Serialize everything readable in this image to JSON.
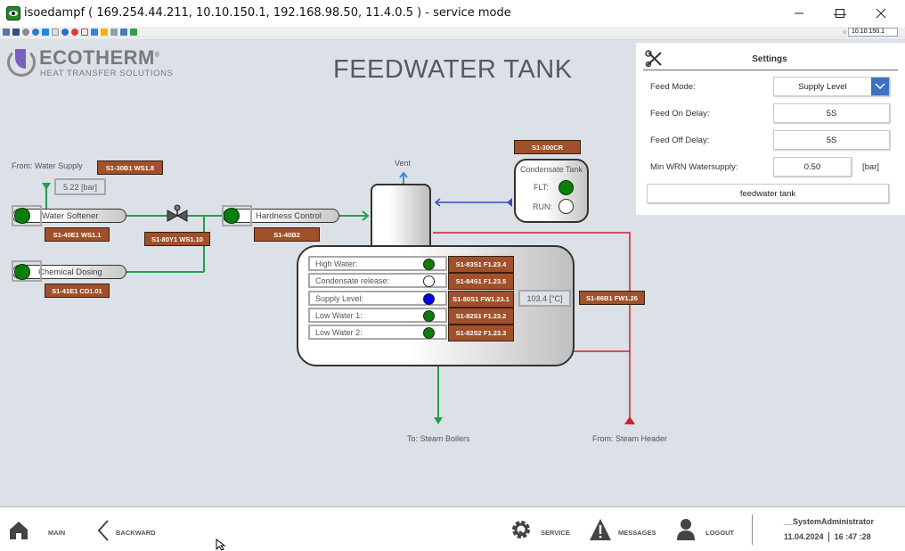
{
  "window": {
    "title": "isoedampf ( 169.254.44.211, 10.10.150.1, 192.168.98.50, 11.4.0.5 ) - service mode",
    "minimize": "—",
    "maximize": "☐",
    "close": "✕",
    "ip_field": "10.10.150.1"
  },
  "logo": {
    "title": "ECOTHERM",
    "registered": "®",
    "subtitle": "HEAT TRANSFER SOLUTIONS"
  },
  "page_title": "FEEDWATER TANK",
  "settings": {
    "title": "Settings",
    "icon": "tools-icon",
    "feed_mode_label": "Feed Mode:",
    "feed_mode_value": "Supply Level",
    "feed_on_delay_label": "Feed On Delay:",
    "feed_on_delay_value": "5S",
    "feed_off_delay_label": "Feed Off Delay:",
    "feed_off_delay_value": "5S",
    "min_wrn_label": "Min WRN Watersupply:",
    "min_wrn_value": "0.50",
    "min_wrn_unit": "[bar]",
    "feedwater_tank_button": "feedwater tank"
  },
  "diagram": {
    "water_supply_label": "From: Water Supply",
    "water_supply_tag": "S1-30B1 WS1.8",
    "water_supply_pressure": "5.22 [bar]",
    "water_softener": {
      "label": "Water Softener",
      "tag": "S1-40E1 WS1.1",
      "status_color": "#0a7d0a"
    },
    "valve_tag": "S1-80Y1 WS1.10",
    "chemical_dosing": {
      "label": "Chemical Dosing",
      "tag": "S1-41E1 CD1.01",
      "status_color": "#0a7d0a"
    },
    "hardness_control": {
      "label": "Hardness Control",
      "tag": "S1-40B2",
      "status_color": "#0a7d0a"
    },
    "vent_label": "Vent",
    "condensate_tank": {
      "tag": "S1-300CR",
      "title": "Condensate Tank",
      "flt_label": "FLT:",
      "flt_color": "#0a7d0a",
      "run_label": "RUN:",
      "run_color": "#ffffff"
    },
    "levels": [
      {
        "label": "High Water:",
        "color": "#0a7d0a",
        "tag": "S1-83S1 F1.23.4"
      },
      {
        "label": "Condensate release:",
        "color": "#ffffff",
        "tag": "S1-84S1 F1.23.5"
      },
      {
        "label": "Supply Level:",
        "color": "#0000ee",
        "tag": "S1-80S1 FW1.23.1"
      },
      {
        "label": "Low Water 1:",
        "color": "#0a7d0a",
        "tag": "S1-82S1 F1.23.2"
      },
      {
        "label": "Low Water 2:",
        "color": "#0a7d0a",
        "tag": "S1-82S2 F1.23.3"
      }
    ],
    "temperature": "103.4 [°C]",
    "temperature_tag": "S1-86B1 FW1.26",
    "to_steam_boilers": "To: Steam Boilers",
    "from_steam_header": "From: Steam Header",
    "colors": {
      "water_line": "#22a04a",
      "steam_line": "#cc2233",
      "condensate_line": "#3050b0",
      "vent_line": "#3a8ad8",
      "tag_bg": "#a0502a"
    }
  },
  "bottom_nav": {
    "main": "MAIN",
    "backward": "BACKWARD",
    "service": "SERVICE",
    "messages": "MESSAGES",
    "logout": "LOGOUT",
    "user": "__SystemAdministrator",
    "date": "11.04.2024",
    "time": "16 :47 :28"
  }
}
